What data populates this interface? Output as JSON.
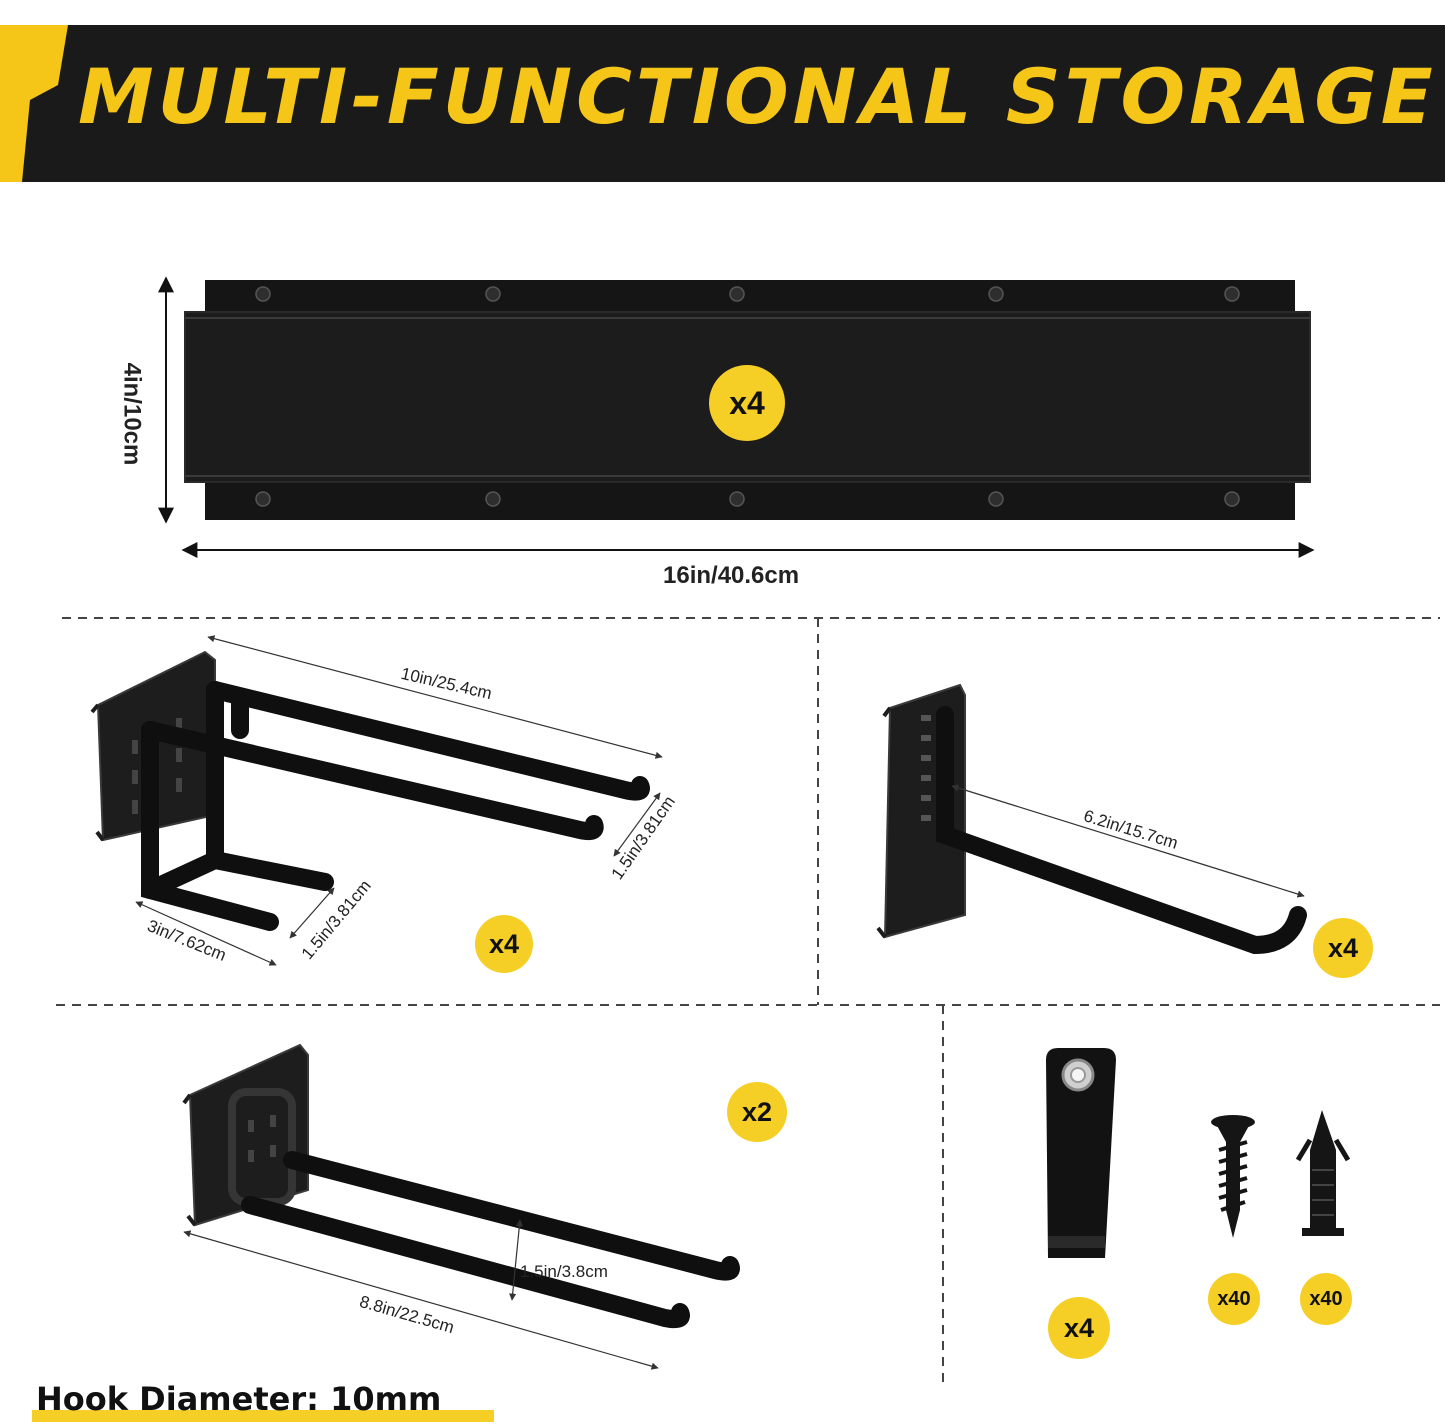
{
  "banner": {
    "title": "MULTI-FUNCTIONAL STORAGE RACK KIT",
    "accent_color": "#f5c518",
    "background_color": "#1a1a1a"
  },
  "rail": {
    "quantity": "x4",
    "height_label": "4in/10cm",
    "width_label": "16in/40.6cm"
  },
  "double_hook": {
    "quantity": "x4",
    "length_label": "10in/25.4cm",
    "gap_label": "1.5in/3.81cm",
    "base_gap_label": "1.5in/3.81cm",
    "base_width_label": "3in/7.62cm"
  },
  "single_hook": {
    "quantity": "x4",
    "length_label": "6.2in/15.7cm"
  },
  "long_double_hook": {
    "quantity": "x2",
    "length_label": "8.8in/22.5cm",
    "gap_label": "1.5in/3.8cm"
  },
  "accessories": {
    "strap_quantity": "x4",
    "screw_quantity": "x40",
    "anchor_quantity": "x40"
  },
  "footer": {
    "text": "Hook Diameter: 10mm"
  },
  "icons": [
    "rail-icon",
    "double-hook-icon",
    "single-hook-icon",
    "long-double-hook-icon",
    "strap-icon",
    "screw-icon",
    "wall-anchor-icon"
  ]
}
